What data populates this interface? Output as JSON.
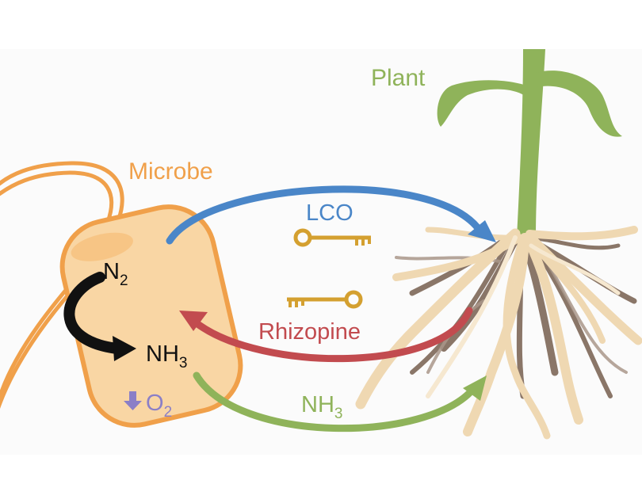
{
  "labels": {
    "microbe": "Microbe",
    "plant": "Plant",
    "lco": "LCO",
    "rhizopine": "Rhizopine",
    "n2": {
      "base": "N",
      "sub": "2"
    },
    "nh3_inside": {
      "base": "NH",
      "sub": "3"
    },
    "o2": {
      "base": "O",
      "sub": "2"
    },
    "nh3_transfer": {
      "base": "NH",
      "sub": "3"
    }
  },
  "colors": {
    "microbe": "#f0a04a",
    "microbe_fill": "#f9d6a4",
    "plant": "#8fb35a",
    "lco": "#4a86c8",
    "rhizopine": "#c24b4f",
    "key": "#d4a030",
    "o2": "#8b7fc7",
    "root_light": "#efd8b2",
    "root_dark": "#8a7668"
  },
  "icons": [
    "key-icon",
    "key-icon",
    "down-arrow-icon"
  ]
}
